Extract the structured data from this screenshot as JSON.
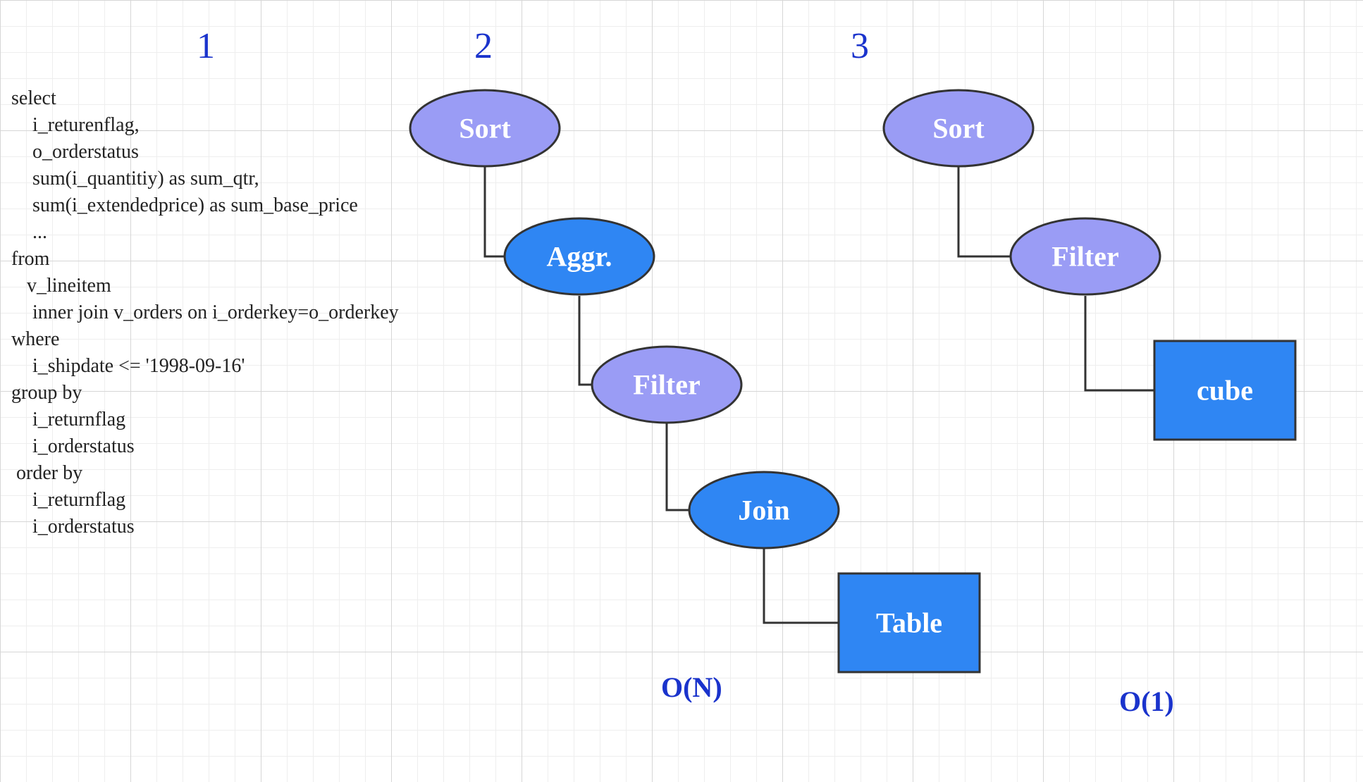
{
  "columns": [
    "1",
    "2",
    "3"
  ],
  "sql_lines": [
    {
      "indent": 0,
      "text": "select"
    },
    {
      "indent": 30,
      "text": "i_returenflag,"
    },
    {
      "indent": 30,
      "text": "o_orderstatus"
    },
    {
      "indent": 30,
      "text": "sum(i_quantitiy) as sum_qtr,"
    },
    {
      "indent": 30,
      "text": "sum(i_extendedprice) as sum_base_price"
    },
    {
      "indent": 30,
      "text": "..."
    },
    {
      "indent": 0,
      "text": "from"
    },
    {
      "indent": 22,
      "text": "v_lineitem"
    },
    {
      "indent": 30,
      "text": "inner join v_orders on i_orderkey=o_orderkey"
    },
    {
      "indent": 0,
      "text": "where"
    },
    {
      "indent": 30,
      "text": "i_shipdate <= '1998-09-16'"
    },
    {
      "indent": 0,
      "text": "group by"
    },
    {
      "indent": 30,
      "text": "i_returnflag"
    },
    {
      "indent": 30,
      "text": "i_orderstatus"
    },
    {
      "indent": 7,
      "text": "order by"
    },
    {
      "indent": 30,
      "text": "i_returnflag"
    },
    {
      "indent": 30,
      "text": "i_orderstatus"
    }
  ],
  "plan_2": {
    "nodes": [
      "Sort",
      "Aggr.",
      "Filter",
      "Join",
      "Table"
    ],
    "complexity": "O(N)"
  },
  "plan_3": {
    "nodes": [
      "Sort",
      "Filter",
      "cube"
    ],
    "complexity": "O(1)"
  },
  "colors": {
    "light_node": "#9a9cf5",
    "dark_node": "#2f86f3",
    "stroke": "#333333",
    "accent_text": "#1a33cc"
  }
}
